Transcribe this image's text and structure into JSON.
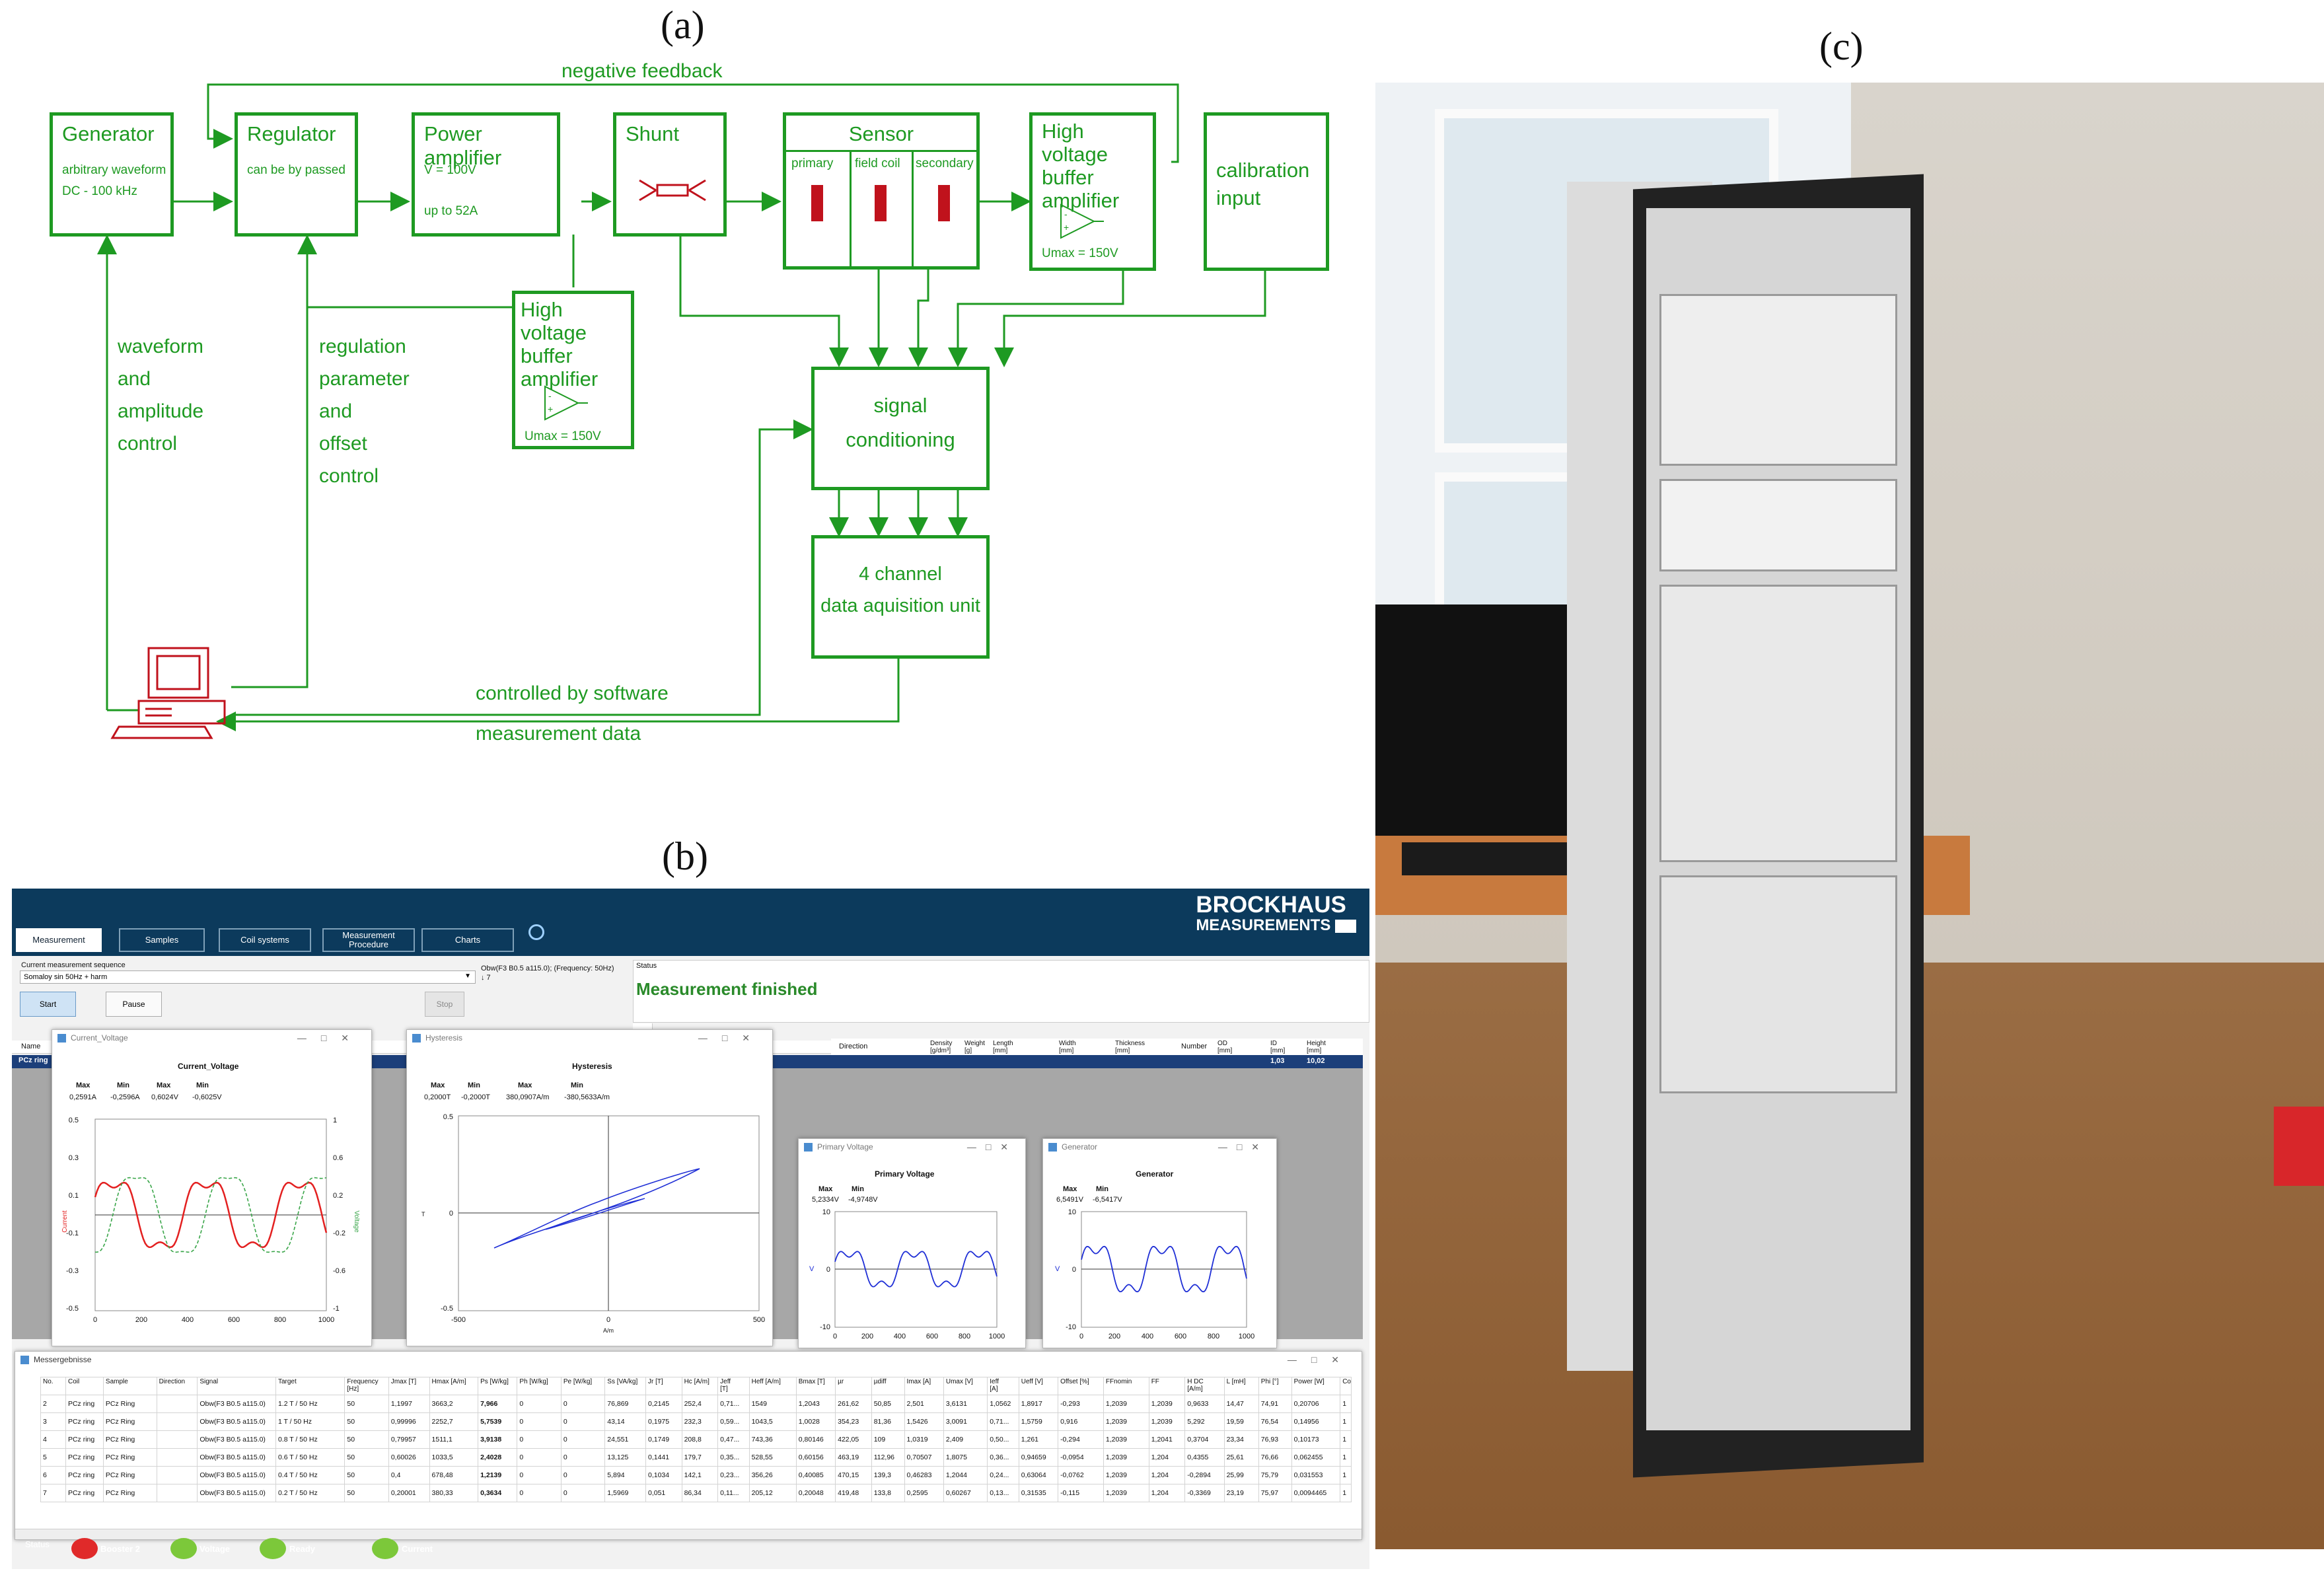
{
  "labels": {
    "a": "(a)",
    "b": "(b)",
    "c": "(c)"
  },
  "diagram": {
    "feedback": "negative feedback",
    "generator": {
      "title": "Generator",
      "l1": "arbitrary waveform",
      "l2": "DC - 100 kHz"
    },
    "regulator": {
      "title": "Regulator",
      "l1": "can be by passed"
    },
    "power": {
      "title": "Power amplifier",
      "l1": "V = 100V",
      "l2": "up to 52A"
    },
    "shunt": {
      "title": "Shunt"
    },
    "sensor": {
      "title": "Sensor",
      "cells": [
        "primary",
        "field coil",
        "secondary"
      ]
    },
    "hvtop": {
      "title": [
        "High voltage",
        "buffer",
        "amplifier"
      ],
      "umax": "Umax = 150V"
    },
    "calib": {
      "title": [
        "calibration",
        "input"
      ]
    },
    "hvmid": {
      "title": [
        "High voltage",
        "buffer",
        "amplifier"
      ],
      "umax": "Umax = 150V"
    },
    "signal": {
      "title": [
        "signal",
        "conditioning"
      ]
    },
    "daq": {
      "title": [
        "4 channel",
        "data aquisition unit"
      ]
    },
    "waveform": [
      "waveform",
      "and",
      "amplitude",
      "control"
    ],
    "regparam": [
      "regulation",
      "parameter",
      "and",
      "offset",
      "control"
    ],
    "controlled": "controlled by software",
    "measdata": "measurement data"
  },
  "app": {
    "brand1": "BROCKHAUS",
    "brand2": "MEASUREMENTS",
    "tabs": [
      "Measurement",
      "Samples",
      "Coil systems",
      "Measurement\nProcedure",
      "Charts"
    ],
    "seq_label": "Current measurement sequence",
    "seq_value": "Somaloy sin 50Hz + harm",
    "seq_right": "Obw(F3 B0.5 a115.0); (Frequency: 50Hz)\n↓ 7",
    "status_label": "Status",
    "status_text": "Measurement finished",
    "btn_start": "Start",
    "btn_pause": "Pause",
    "btn_stop": "Stop",
    "grid_name": "Name",
    "grid_row": "PCz ring",
    "grid_cols": [
      "Direction",
      "Density\n[g/dm³]",
      "Weight\n[g]",
      "Length\n[mm]",
      "Width\n[mm]",
      "Thickness\n[mm]",
      "Number",
      "OD\n[mm]",
      "ID\n[mm]",
      "Height\n[mm]"
    ],
    "grid_vals": [
      "1,03",
      "10,02"
    ],
    "cv": {
      "title": "Current_Voltage",
      "heading": "Current_Voltage",
      "hdr": [
        "Max",
        "Min",
        "Max",
        "Min"
      ],
      "vals": [
        "0,2591A",
        "-0,2596A",
        "0,6024V",
        "-0,6025V"
      ],
      "ylab_l": "Current",
      "ylab_r": "Voltage",
      "yl": [
        "0.5",
        "0.3",
        "0.1",
        "-0.1",
        "-0.3",
        "-0.5"
      ],
      "yr": [
        "1",
        "0.6",
        "0.2",
        "-0.2",
        "-0.6",
        "-1"
      ],
      "x": [
        "0",
        "200",
        "400",
        "600",
        "800",
        "1000"
      ]
    },
    "hy": {
      "title": "Hysteresis",
      "heading": "Hysteresis",
      "hdr": [
        "Max",
        "Min",
        "Max",
        "Min"
      ],
      "vals": [
        "0,2000T",
        "-0,2000T",
        "380,0907A/m",
        "-380,5633A/m"
      ],
      "y": [
        "0.5",
        "0",
        "-0.5"
      ],
      "x": [
        "-500",
        "0",
        "500"
      ],
      "xlab": "A/m",
      "ylab": "T"
    },
    "pv": {
      "title": "Primary Voltage",
      "heading": "Primary Voltage",
      "hdr": [
        "Max",
        "Min"
      ],
      "vals": [
        "5,2334V",
        "-4,9748V"
      ],
      "y": [
        "10",
        "0",
        "-10"
      ],
      "x": [
        "0",
        "200",
        "400",
        "600",
        "800",
        "1000"
      ],
      "ylab": "V"
    },
    "gen": {
      "title": "Generator",
      "heading": "Generator",
      "hdr": [
        "Max",
        "Min"
      ],
      "vals": [
        "6,5491V",
        "-6,5417V"
      ],
      "y": [
        "10",
        "0",
        "-10"
      ],
      "x": [
        "0",
        "200",
        "400",
        "600",
        "800",
        "1000"
      ],
      "ylab": "V"
    },
    "res_title": "Messergebnisse",
    "res_cols": [
      "No.",
      "Coil",
      "Sample",
      "Direction",
      "Signal",
      "Target",
      "Frequency\n[Hz]",
      "Jmax [T]",
      "Hmax [A/m]",
      "Ps [W/kg]",
      "Ph [W/kg]",
      "Pe [W/kg]",
      "Ss [VA/kg]",
      "Jr [T]",
      "Hc [A/m]",
      "Jeff\n[T]",
      "Heff [A/m]",
      "Bmax [T]",
      "µr",
      "µdiff",
      "Imax [A]",
      "Umax [V]",
      "Ieff\n[A]",
      "Ueff [V]",
      "Offset [%]",
      "FFnomin",
      "FF",
      "H DC\n[A/m]",
      "L [mH]",
      "Phi [°]",
      "Power [W]",
      "Co"
    ],
    "res_rows": [
      [
        "2",
        "PCz ring",
        "PCz Ring",
        "",
        "Obw(F3 B0.5 a115.0)",
        "1.2 T / 50 Hz",
        "50",
        "1,1997",
        "3663,2",
        "7,966",
        "0",
        "0",
        "76,869",
        "0,2145",
        "252,4",
        "0,71...",
        "1549",
        "1,2043",
        "261,62",
        "50,85",
        "2,501",
        "3,6131",
        "1,0562",
        "1,8917",
        "-0,293",
        "1,2039",
        "1,2039",
        "0,9633",
        "14,47",
        "74,91",
        "0,20706",
        "1"
      ],
      [
        "3",
        "PCz ring",
        "PCz Ring",
        "",
        "Obw(F3 B0.5 a115.0)",
        "1 T / 50 Hz",
        "50",
        "0,99996",
        "2252,7",
        "5,7539",
        "0",
        "0",
        "43,14",
        "0,1975",
        "232,3",
        "0,59...",
        "1043,5",
        "1,0028",
        "354,23",
        "81,36",
        "1,5426",
        "3,0091",
        "0,71...",
        "1,5759",
        "0,916",
        "1,2039",
        "1,2039",
        "5,292",
        "19,59",
        "76,54",
        "0,14956",
        "1"
      ],
      [
        "4",
        "PCz ring",
        "PCz Ring",
        "",
        "Obw(F3 B0.5 a115.0)",
        "0.8 T / 50 Hz",
        "50",
        "0,79957",
        "1511,1",
        "3,9138",
        "0",
        "0",
        "24,551",
        "0,1749",
        "208,8",
        "0,47...",
        "743,36",
        "0,80146",
        "422,05",
        "109",
        "1,0319",
        "2,409",
        "0,50...",
        "1,261",
        "-0,294",
        "1,2039",
        "1,2041",
        "0,3704",
        "23,34",
        "76,93",
        "0,10173",
        "1"
      ],
      [
        "5",
        "PCz ring",
        "PCz Ring",
        "",
        "Obw(F3 B0.5 a115.0)",
        "0.6 T / 50 Hz",
        "50",
        "0,60026",
        "1033,5",
        "2,4028",
        "0",
        "0",
        "13,125",
        "0,1441",
        "179,7",
        "0,35...",
        "528,55",
        "0,60156",
        "463,19",
        "112,96",
        "0,70507",
        "1,8075",
        "0,36...",
        "0,94659",
        "-0,0954",
        "1,2039",
        "1,204",
        "0,4355",
        "25,61",
        "76,66",
        "0,062455",
        "1"
      ],
      [
        "6",
        "PCz ring",
        "PCz Ring",
        "",
        "Obw(F3 B0.5 a115.0)",
        "0.4 T / 50 Hz",
        "50",
        "0,4",
        "678,48",
        "1,2139",
        "0",
        "0",
        "5,894",
        "0,1034",
        "142,1",
        "0,23...",
        "356,26",
        "0,40085",
        "470,15",
        "139,3",
        "0,46283",
        "1,2044",
        "0,24...",
        "0,63064",
        "-0,0762",
        "1,2039",
        "1,204",
        "-0,2894",
        "25,99",
        "75,79",
        "0,031553",
        "1"
      ],
      [
        "7",
        "PCz ring",
        "PCz Ring",
        "",
        "Obw(F3 B0.5 a115.0)",
        "0.2 T / 50 Hz",
        "50",
        "0,20001",
        "380,33",
        "0,3634",
        "0",
        "0",
        "1,5969",
        "0,051",
        "86,34",
        "0,11...",
        "205,12",
        "0,20048",
        "419,48",
        "133,8",
        "0,2595",
        "0,60267",
        "0,13...",
        "0,31535",
        "-0,115",
        "1,2039",
        "1,204",
        "-0,3369",
        "23,19",
        "75,97",
        "0,0094465",
        "1"
      ]
    ],
    "status_bar": "Status",
    "leds": [
      {
        "label": "Booster 2",
        "color": "#e02a2a"
      },
      {
        "label": "Voltage",
        "color": "#7cc83a"
      },
      {
        "label": "Ready",
        "color": "#7cc83a"
      },
      {
        "label": "Current",
        "color": "#7cc83a"
      }
    ]
  },
  "colors": {
    "green": "#1e9a22",
    "red": "#c0121c",
    "navy": "#0c3a5c",
    "blueLine": "#1f2fd6",
    "redLine": "#e32020",
    "greenLine": "#3aa64a"
  }
}
